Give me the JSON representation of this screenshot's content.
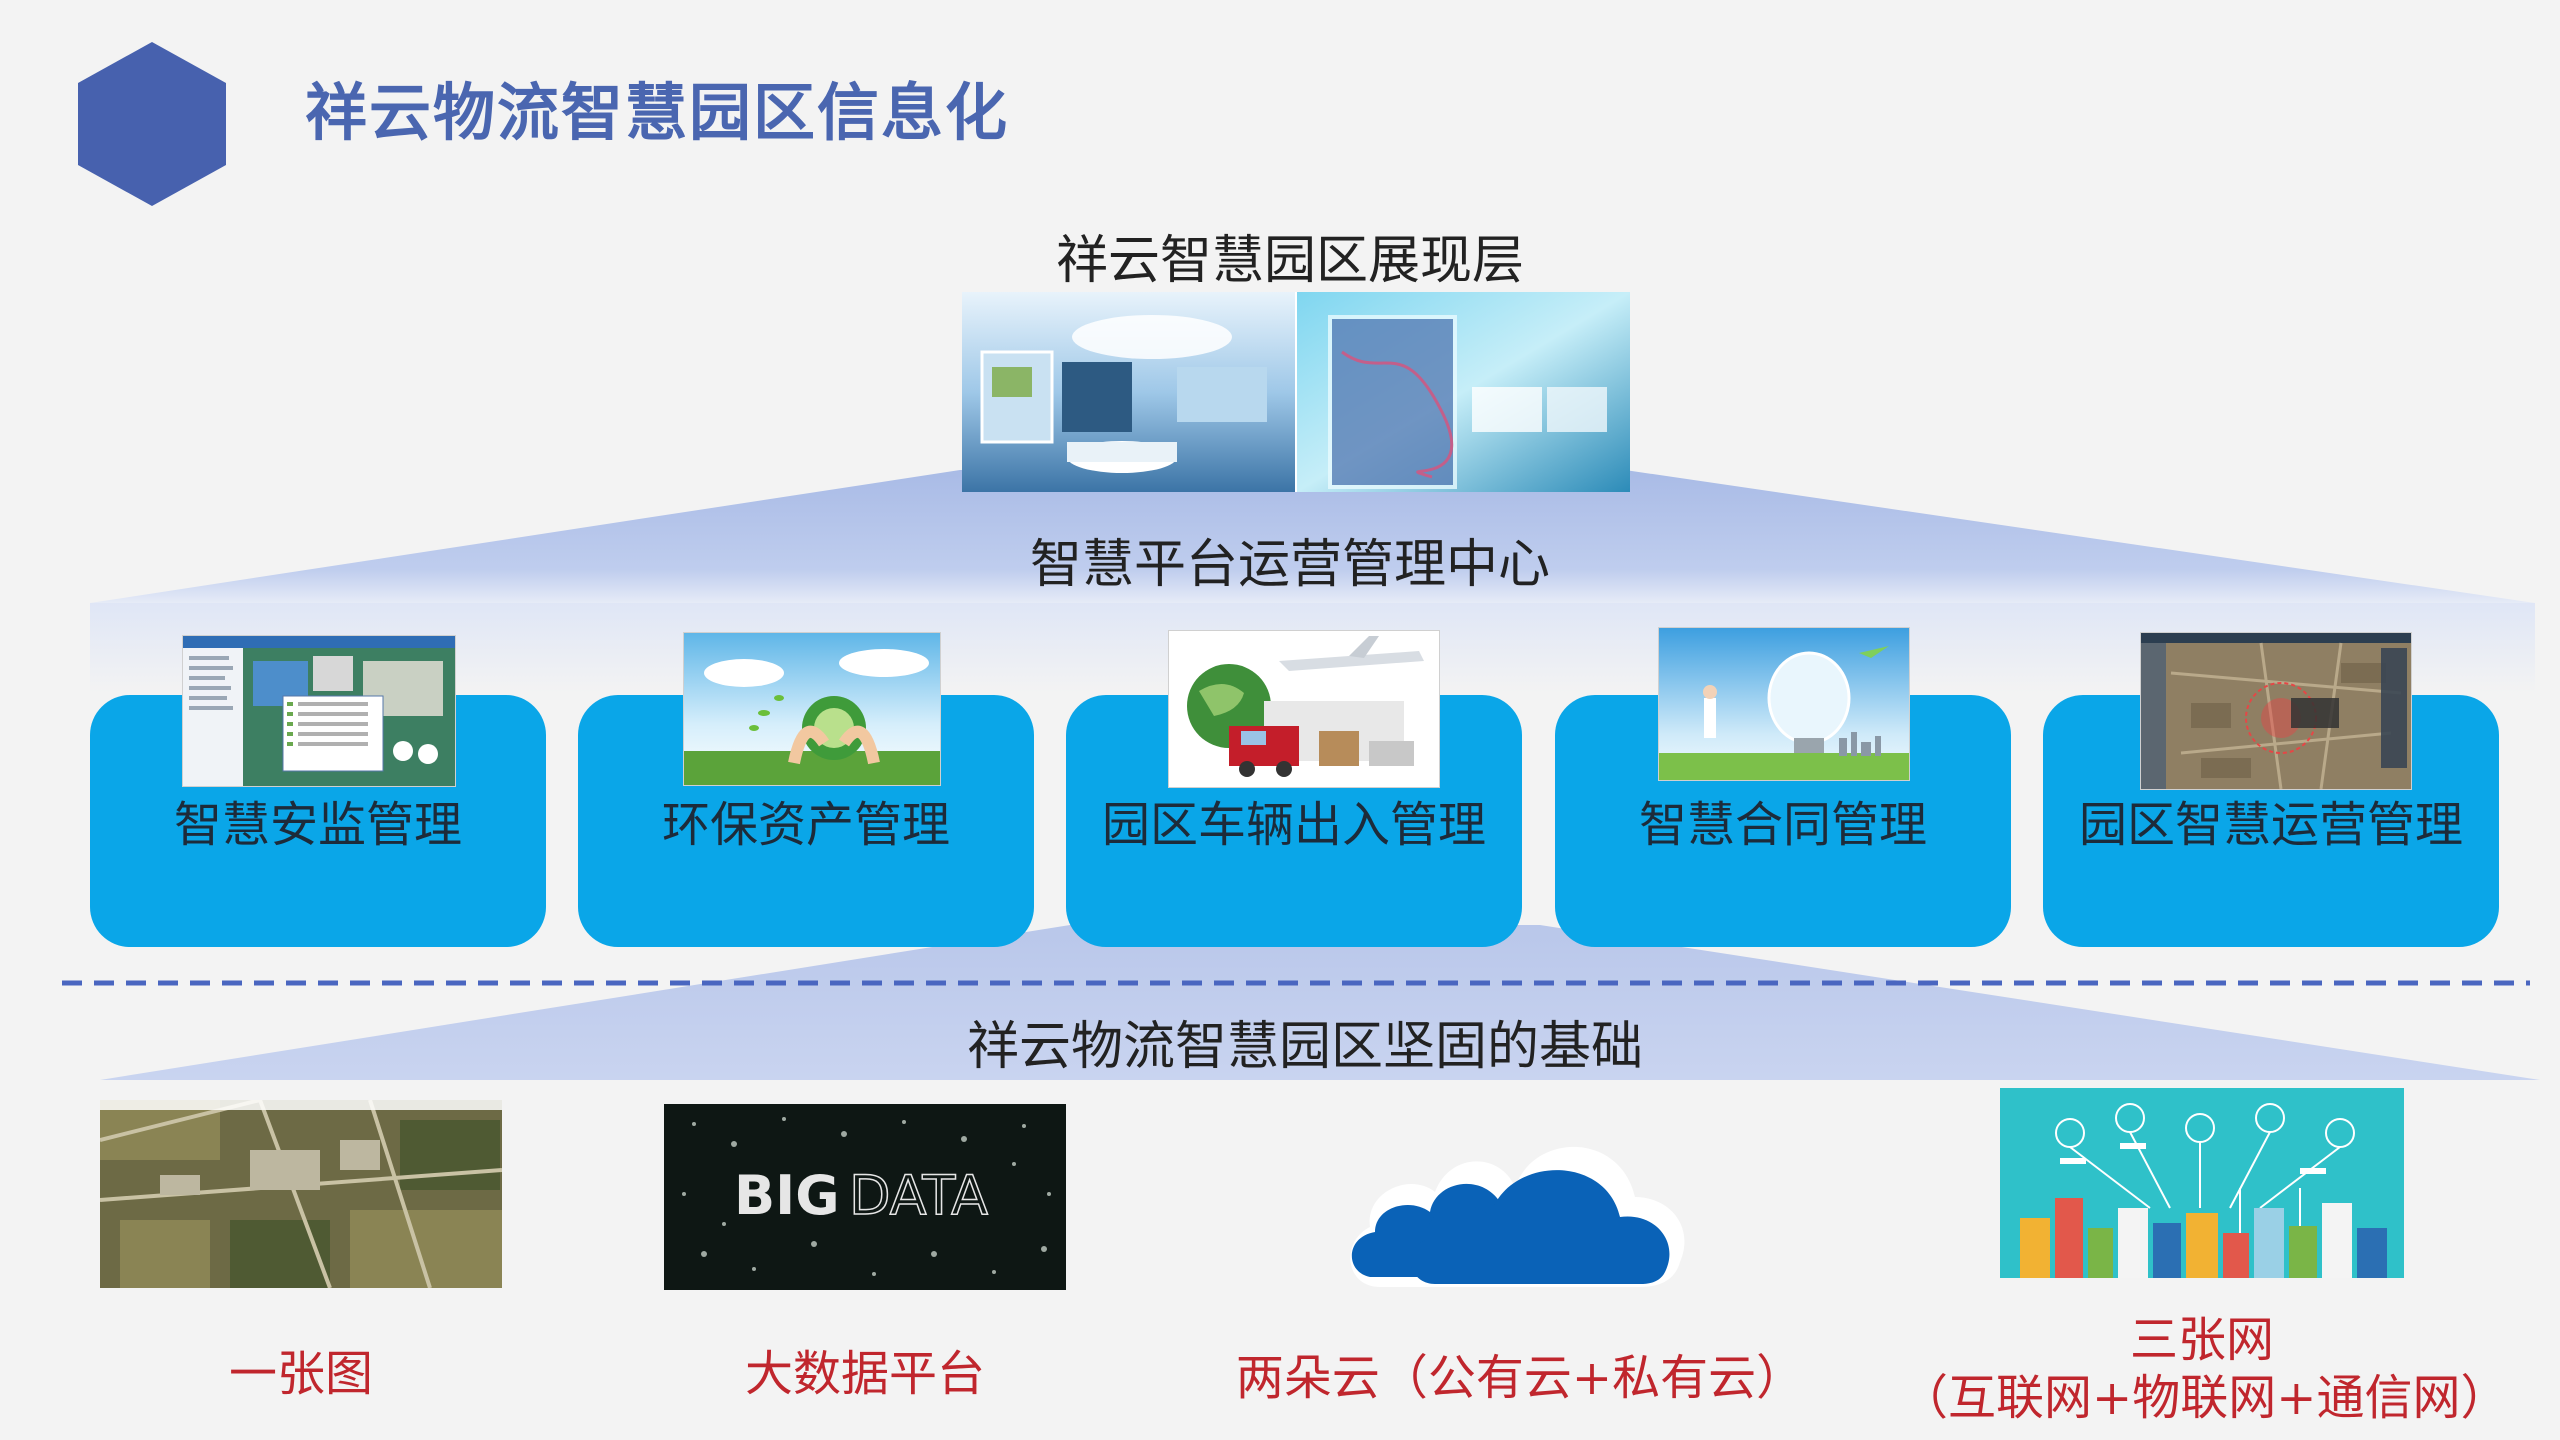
{
  "header": {
    "title": "祥云物流智慧园区信息化",
    "colors": {
      "accent": "#4a66b0",
      "module": "#0aa6e8",
      "base_text": "#c0262d"
    }
  },
  "display_layer": {
    "label": "祥云智慧园区展现层",
    "image_icon": "exhibition-hall-photo"
  },
  "operations_center": {
    "label": "智慧平台运营管理中心"
  },
  "modules": [
    {
      "label": "智慧安监管理",
      "image_icon": "monitoring-software-screenshot"
    },
    {
      "label": "环保资产管理",
      "image_icon": "green-environment-photo"
    },
    {
      "label": "园区车辆出入管理",
      "image_icon": "logistics-vehicles-photo"
    },
    {
      "label": "智慧合同管理",
      "image_icon": "energy-lightbulb-photo"
    },
    {
      "label": "园区智慧运营管理",
      "image_icon": "gis-map-screenshot"
    }
  ],
  "foundation": {
    "label": "祥云物流智慧园区坚固的基础",
    "items": [
      {
        "label": "一张图",
        "image_icon": "satellite-map"
      },
      {
        "label": "大数据平台",
        "image_icon": "big-data-image",
        "image_text_a": "BIG",
        "image_text_b": "DATA"
      },
      {
        "label": "两朵云（公有云+私有云）",
        "image_icon": "cloud-icon"
      },
      {
        "label_line1": "三张网",
        "label_line2": "（互联网+物联网+通信网）",
        "image_icon": "smart-city-infographic"
      }
    ]
  }
}
